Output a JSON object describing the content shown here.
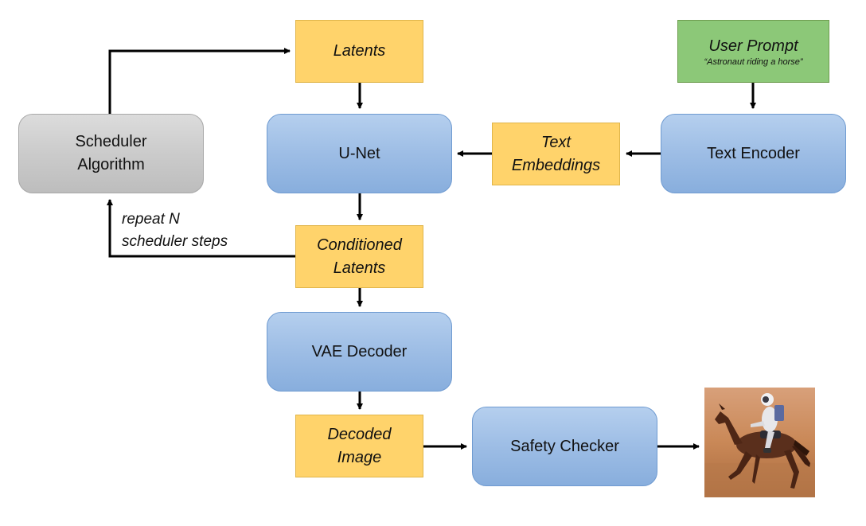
{
  "nodes": {
    "latents": "Latents",
    "user_prompt": {
      "title": "User Prompt",
      "subtitle": "“Astronaut riding a horse”"
    },
    "scheduler": [
      "Scheduler",
      "Algorithm"
    ],
    "unet": "U-Net",
    "text_embeddings": [
      "Text",
      "Embeddings"
    ],
    "text_encoder": "Text Encoder",
    "conditioned_latents": [
      "Conditioned",
      "Latents"
    ],
    "vae_decoder": "VAE Decoder",
    "decoded_image": [
      "Decoded",
      "Image"
    ],
    "safety_checker": "Safety Checker"
  },
  "loop_label": [
    "repeat N",
    "scheduler steps"
  ],
  "colors": {
    "blue_box": "#9dbde5",
    "gray_box": "#cbcbcb",
    "orange_box": "#ffd36b",
    "green_box": "#8cc878",
    "arrow": "#000000"
  },
  "output_image": {
    "icon": "astronaut-riding-horse-image"
  }
}
